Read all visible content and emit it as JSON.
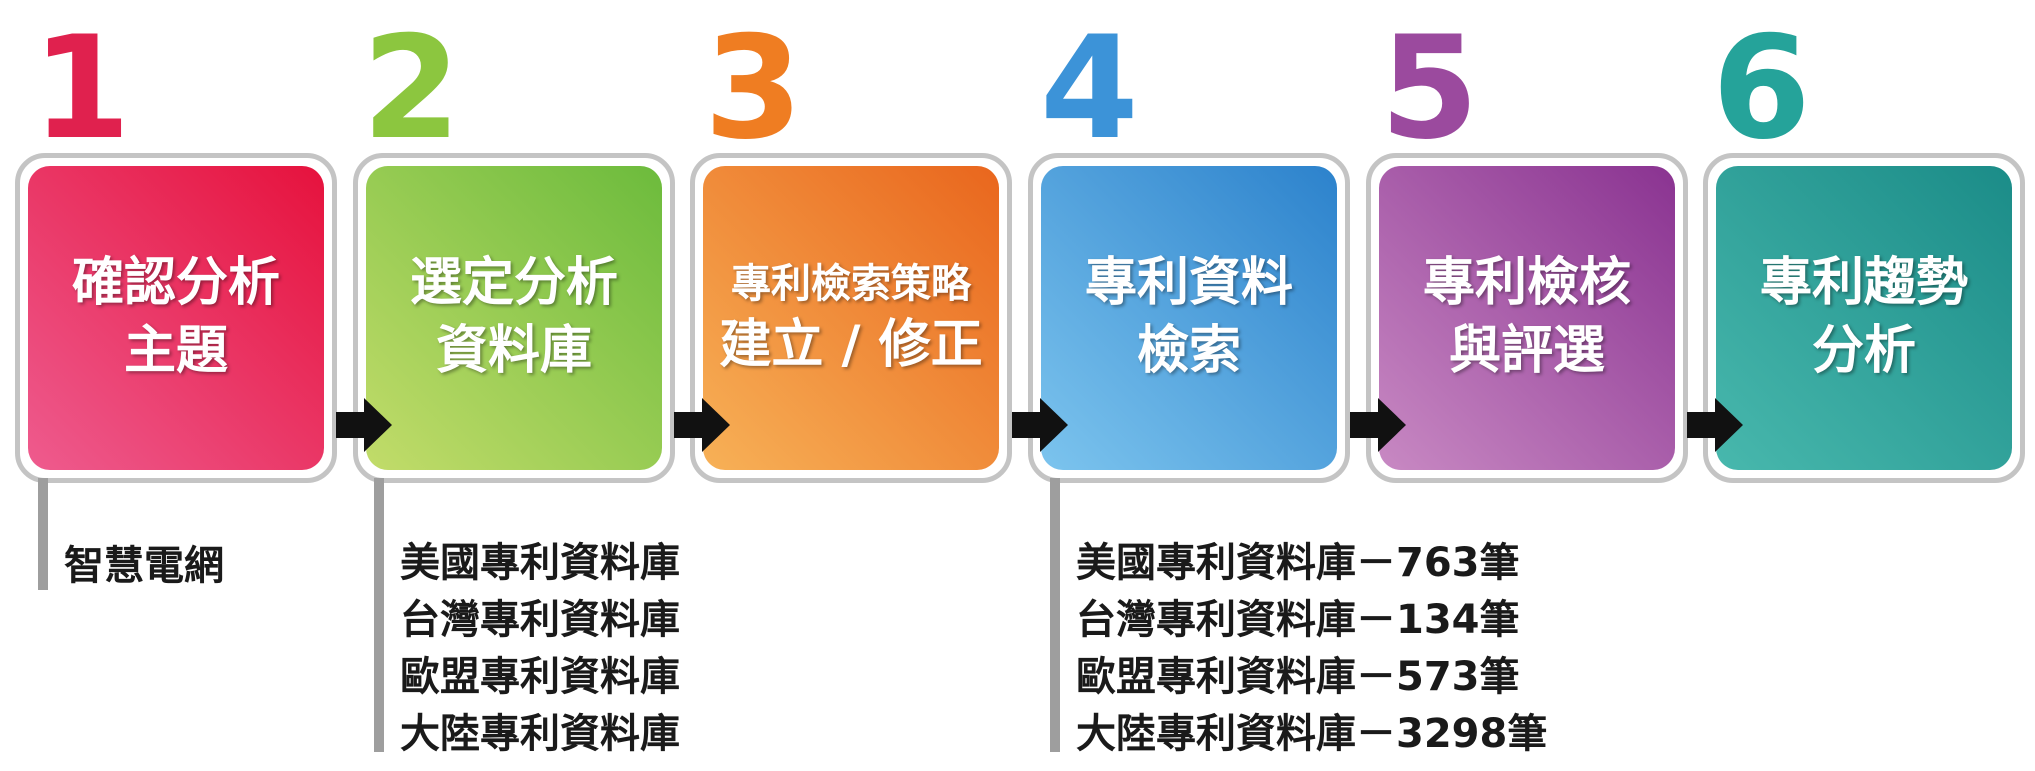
{
  "steps": [
    {
      "number": "1",
      "lines": [
        "確認分析",
        "主題"
      ],
      "number_color": "#e0214e",
      "gradient": [
        "#ee5b8e",
        "#e6123d"
      ]
    },
    {
      "number": "2",
      "lines": [
        "選定分析",
        "資料庫"
      ],
      "number_color": "#8cc63f",
      "gradient": [
        "#c2dc6a",
        "#6cbb3c"
      ]
    },
    {
      "number": "3",
      "lines": [
        "專利檢索策略",
        "建立 / 修正"
      ],
      "number_color": "#ef7d22",
      "gradient": [
        "#f7b157",
        "#e9661d"
      ]
    },
    {
      "number": "4",
      "lines": [
        "專利資料",
        "檢索"
      ],
      "number_color": "#3c93d8",
      "gradient": [
        "#7cc4ee",
        "#2c82cc"
      ]
    },
    {
      "number": "5",
      "lines": [
        "專利檢核",
        "與評選"
      ],
      "number_color": "#9b4a9e",
      "gradient": [
        "#c889c3",
        "#8a3391"
      ]
    },
    {
      "number": "6",
      "lines": [
        "專利趨勢",
        "分析"
      ],
      "number_color": "#25a39a",
      "gradient": [
        "#48b8ad",
        "#1b8c88"
      ]
    }
  ],
  "notes": {
    "step1": [
      "智慧電網"
    ],
    "step2": [
      "美國專利資料庫",
      "台灣專利資料庫",
      "歐盟專利資料庫",
      "大陸專利資料庫"
    ],
    "step4": [
      "美國專利資料庫－763筆",
      "台灣專利資料庫－134筆",
      "歐盟專利資料庫－573筆",
      "大陸專利資料庫－3298筆"
    ]
  },
  "colors": {
    "frame_border": "#c4c4c4",
    "arrow": "#111111",
    "connector_line": "#9e9e9e",
    "note_text": "#1a1a1a"
  }
}
